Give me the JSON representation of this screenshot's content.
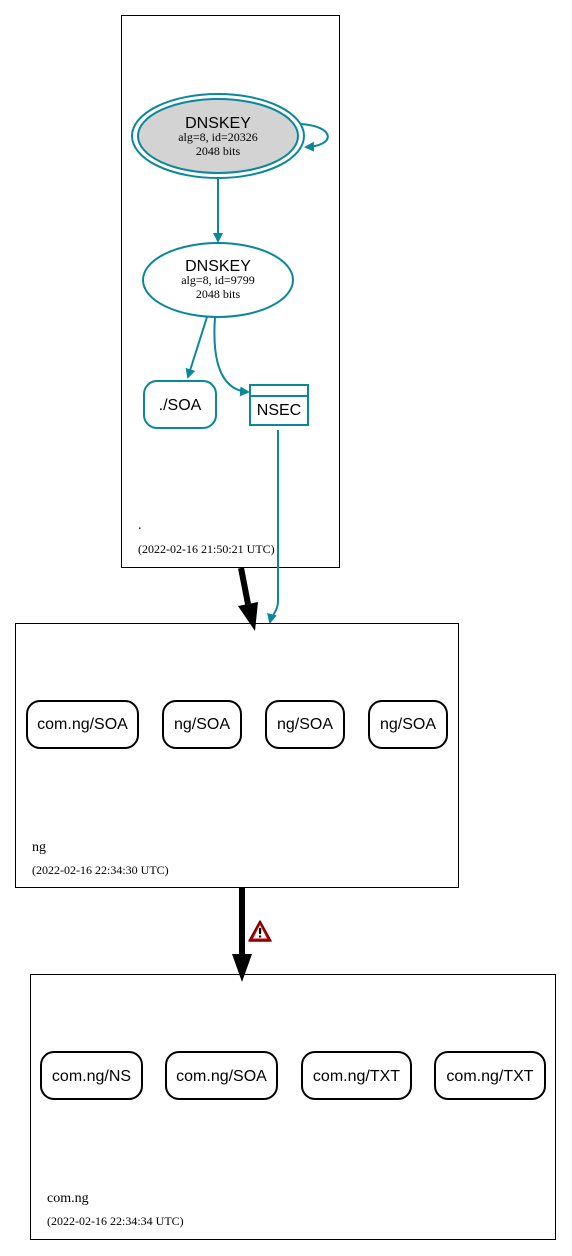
{
  "colors": {
    "teal": "#0a879a",
    "black": "#000000",
    "key_fill": "#d3d3d3",
    "warning_red": "#c00000"
  },
  "root_zone": {
    "name": ".",
    "timestamp": "(2022-02-16 21:50:21 UTC)",
    "ksk": {
      "title": "DNSKEY",
      "line1": "alg=8, id=20326",
      "line2": "2048 bits"
    },
    "zsk": {
      "title": "DNSKEY",
      "line1": "alg=8, id=9799",
      "line2": "2048 bits"
    },
    "soa": "./SOA",
    "nsec": "NSEC"
  },
  "ng_zone": {
    "name": "ng",
    "timestamp": "(2022-02-16 22:34:30 UTC)",
    "records": [
      "com.ng/SOA",
      "ng/SOA",
      "ng/SOA",
      "ng/SOA"
    ]
  },
  "com_ng_zone": {
    "name": "com.ng",
    "timestamp": "(2022-02-16 22:34:34 UTC)",
    "records": [
      "com.ng/NS",
      "com.ng/SOA",
      "com.ng/TXT",
      "com.ng/TXT"
    ]
  },
  "warning_icon": "warning-triangle-icon"
}
